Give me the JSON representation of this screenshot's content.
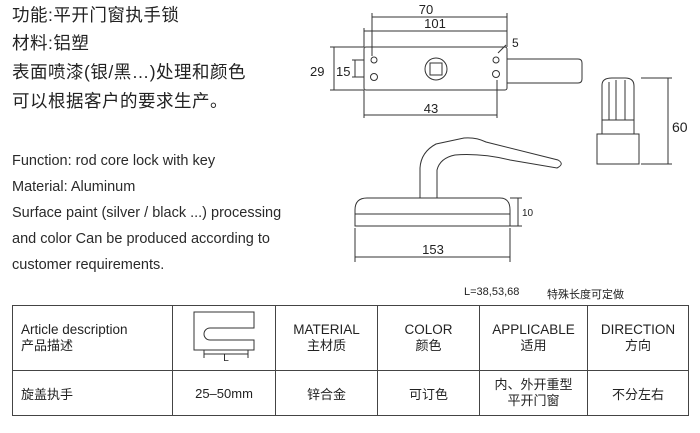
{
  "intro_cn": {
    "function": "功能:平开门窗执手锁",
    "material": "材料:铝塑",
    "surface": "表面喷漆(银/黑…)处理和颜色",
    "custom": "可以根据客户的要求生产。"
  },
  "intro_en": {
    "function": "Function: rod core lock with key",
    "material": "Material: Aluminum",
    "surface": "Surface paint (silver / black ...) processing",
    "custom1": "and color Can be produced according to",
    "custom2": "customer requirements."
  },
  "drawing": {
    "dim_70": "70",
    "dim_101": "101",
    "dim_5": "5",
    "dim_29": "29",
    "dim_15": "15",
    "dim_43": "43",
    "dim_60": "60",
    "dim_10": "10",
    "dim_153": "153"
  },
  "notes": {
    "length": "L=38,53,68",
    "custom_length": "特殊长度可定做"
  },
  "table": {
    "headers": [
      {
        "en": "Article description",
        "cn": "产品描述"
      },
      {
        "en": "",
        "cn": "",
        "diagram_label": "L"
      },
      {
        "en": "MATERIAL",
        "cn": "主材质"
      },
      {
        "en": "COLOR",
        "cn": "颜色"
      },
      {
        "en": "APPLICABLE",
        "cn": "适用"
      },
      {
        "en": "DIRECTION",
        "cn": "方向"
      }
    ],
    "row": {
      "description": "旋盖执手",
      "size": "25–50mm",
      "material": "锌合金",
      "color": "可订色",
      "applicable1": "内、外开重型",
      "applicable2": "平开门窗",
      "direction": "不分左右"
    }
  }
}
